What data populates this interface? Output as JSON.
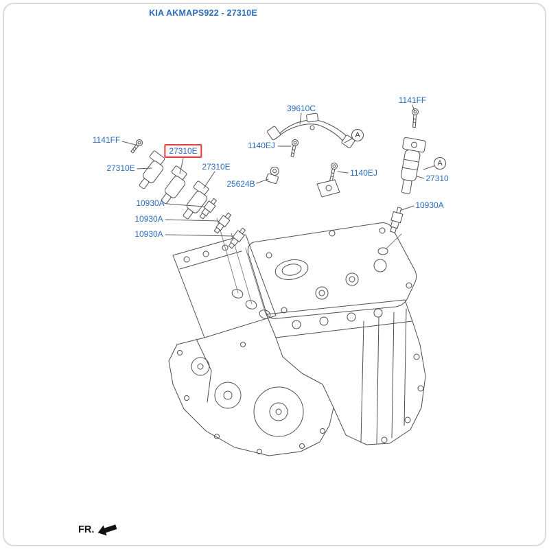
{
  "title": "KIA AKMAPS922 - 27310E",
  "highlighted_part": "27310E",
  "front_marker": "FR.",
  "ref_marker": "A",
  "colors": {
    "label_blue": "#2b6cbe",
    "highlight_red": "#e8403d",
    "line_gray": "#4d4d4d"
  },
  "parts": {
    "bolt_front": "1141FF",
    "coil_selected": "27310E",
    "coil_1": "27310E",
    "coil_3": "27310E",
    "condenser": "25624B",
    "plug_1": "10930A",
    "plug_2": "10930A",
    "plug_3": "10930A",
    "harness": "39610C",
    "harness_bolt_1": "1140EJ",
    "harness_bolt_2": "1140EJ",
    "bolt_rear": "1141FF",
    "coil_right": "27310",
    "plug_right": "10930A"
  }
}
